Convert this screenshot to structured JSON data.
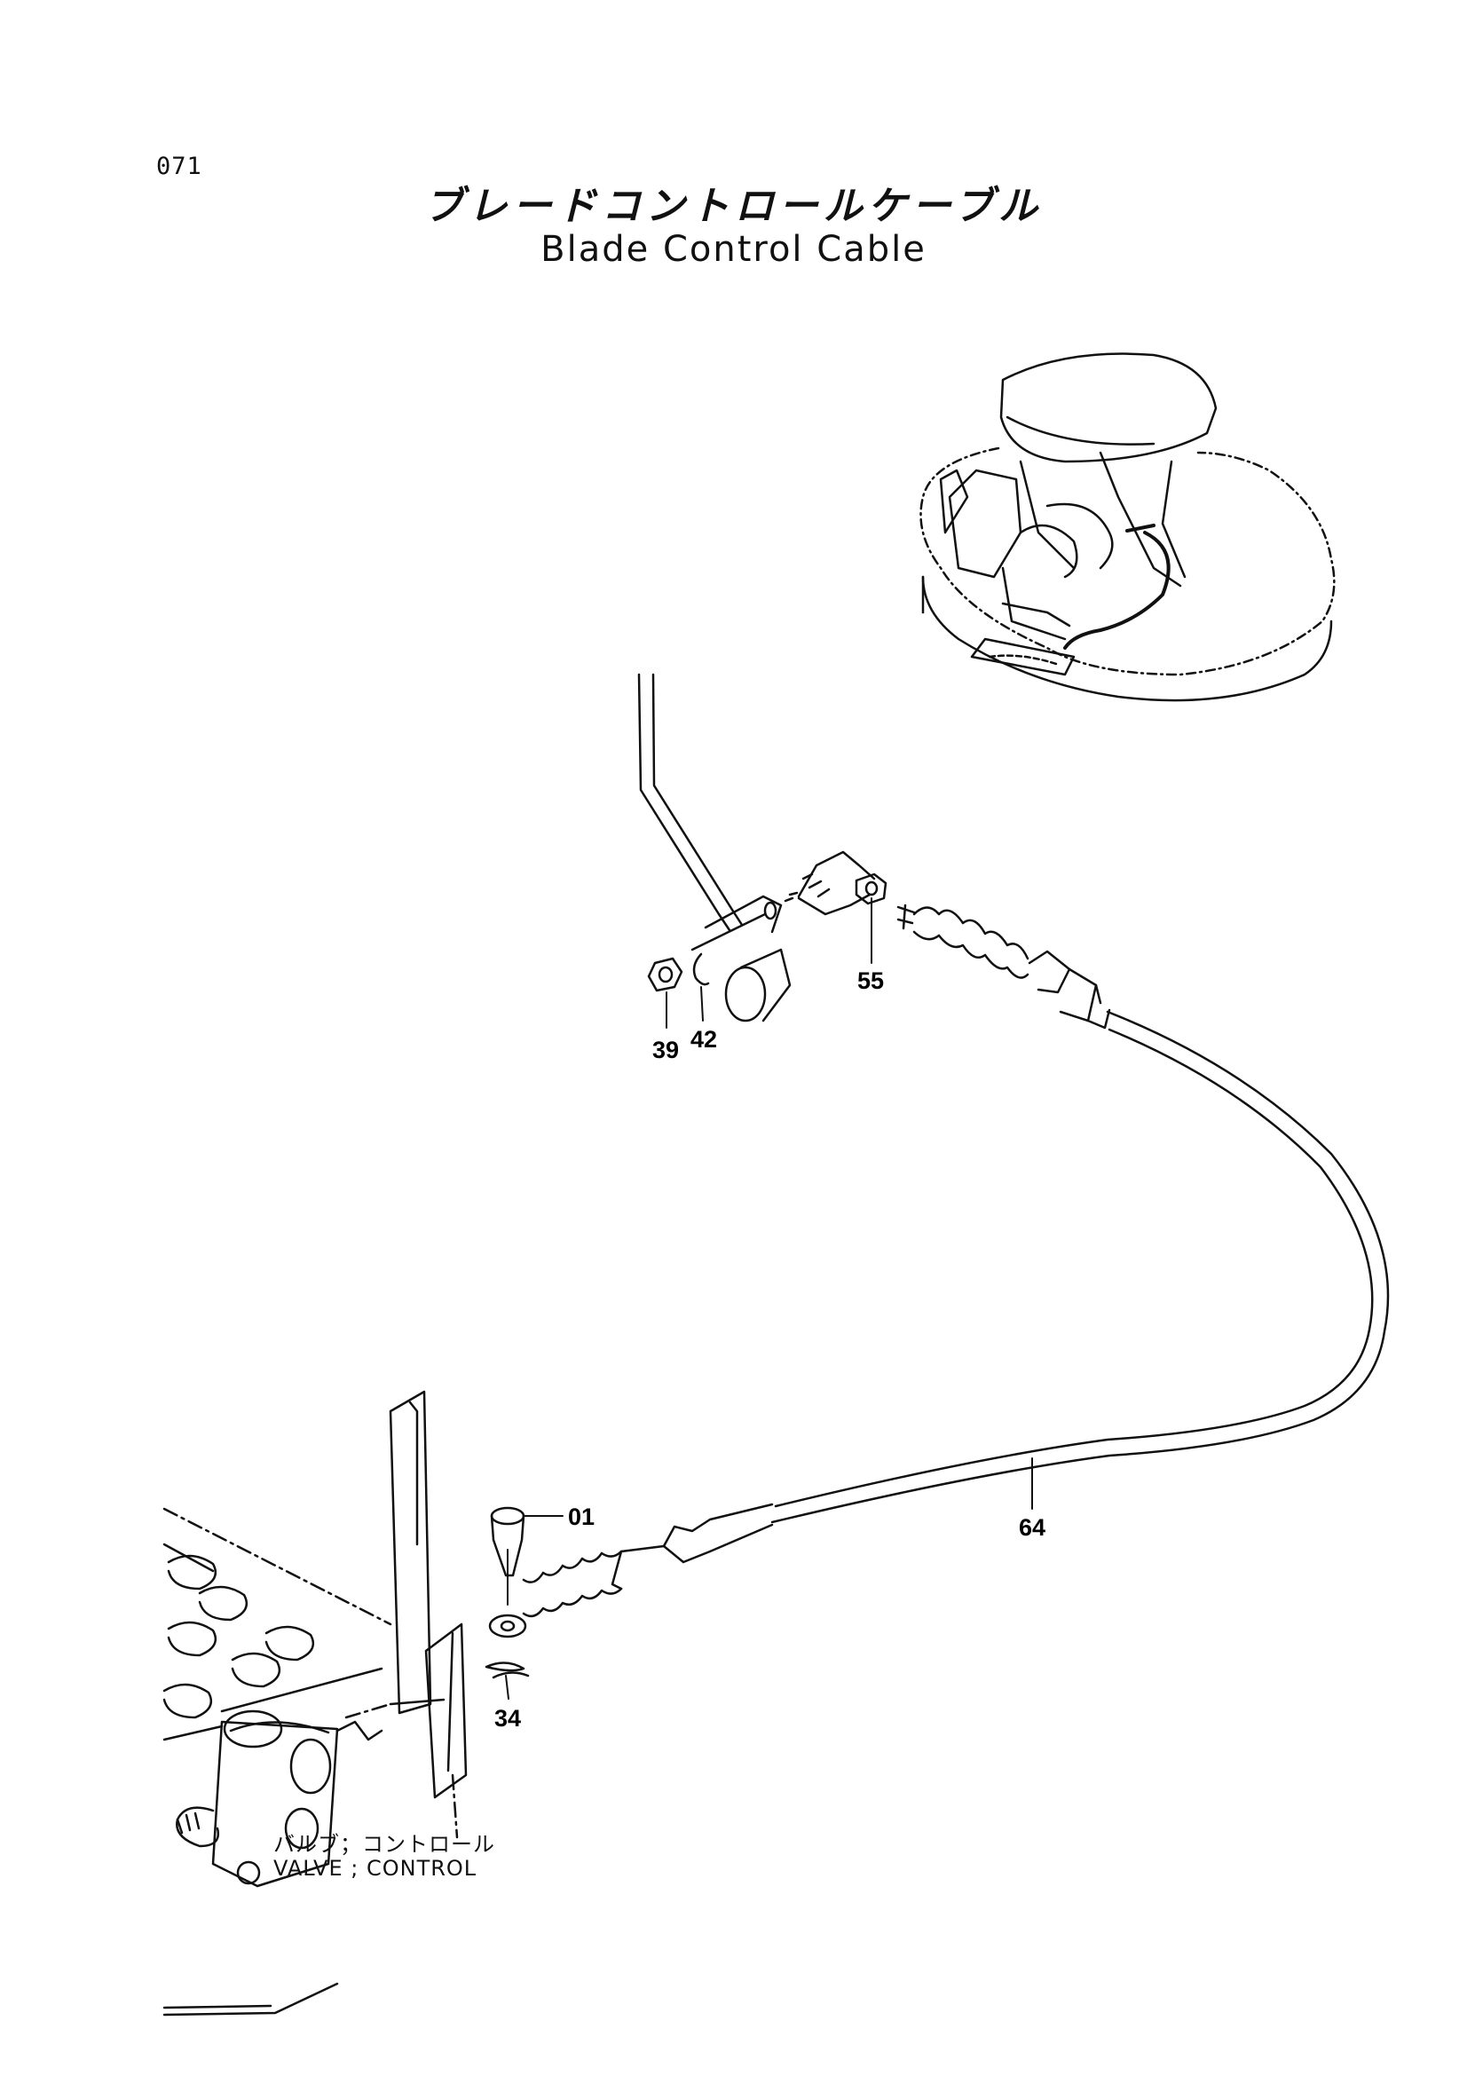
{
  "header": {
    "page_number": "071",
    "title_jp": "ブレードコントロールケーブル",
    "title_en": "Blade Control Cable"
  },
  "callouts": [
    {
      "id": "c01",
      "label": "01"
    },
    {
      "id": "c34",
      "label": "34"
    },
    {
      "id": "c39",
      "label": "39"
    },
    {
      "id": "c42",
      "label": "42"
    },
    {
      "id": "c55",
      "label": "55"
    },
    {
      "id": "c64",
      "label": "64"
    }
  ],
  "notes": {
    "valve_jp": "バルブ；コントロール",
    "valve_en": "VALVE ; CONTROL"
  }
}
